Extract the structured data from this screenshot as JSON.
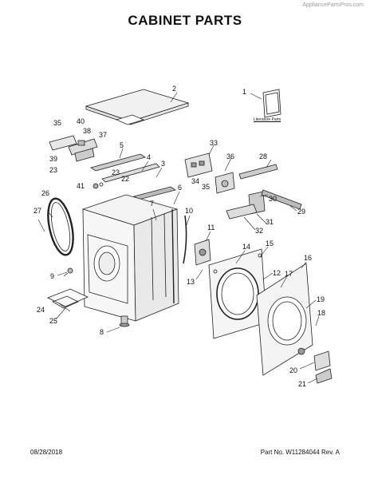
{
  "watermark": "AppliancePartsPros.com",
  "title": "CABINET PARTS",
  "literature_label": "Literature Parts",
  "callouts": [
    "1",
    "2",
    "3",
    "4",
    "5",
    "6",
    "7",
    "8",
    "9",
    "10",
    "11",
    "12",
    "13",
    "14",
    "15",
    "16",
    "17",
    "18",
    "19",
    "20",
    "21",
    "22",
    "23",
    "23",
    "24",
    "25",
    "26",
    "27",
    "28",
    "29",
    "30",
    "31",
    "32",
    "33",
    "34",
    "35",
    "35",
    "36",
    "37",
    "38",
    "39",
    "40",
    "41"
  ],
  "footer": {
    "date": "08/28/2018",
    "part_number": "Part No. W11284044  Rev. A"
  }
}
